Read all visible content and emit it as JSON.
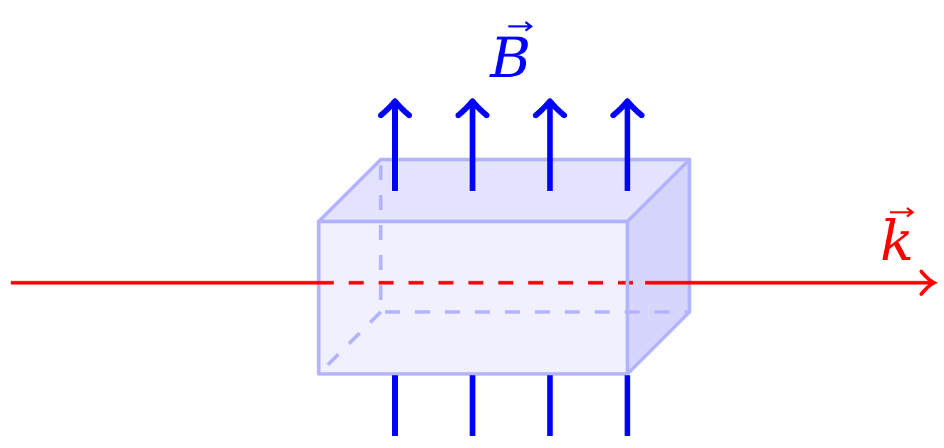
{
  "labels": {
    "magnetic_field": "B",
    "wave_vector": "k"
  },
  "colors": {
    "field": "#0000ff",
    "wave": "#ff0000",
    "box_edge": "#b3b3ff",
    "box_front": "#f0f0fe",
    "box_top": "#e3e3fd",
    "box_side": "#d6d6fc"
  },
  "field_line_count": 4
}
